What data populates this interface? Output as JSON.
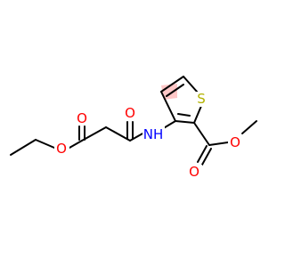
{
  "molecule": {
    "colors": {
      "bond": "#000000",
      "oxygen": "#ff0000",
      "nitrogen": "#0000ff",
      "sulfur": "#b2b200",
      "aromatic_highlight": "#ff9999"
    },
    "atoms": {
      "o_ester_single": "O",
      "o_ester_carbonyl": "O",
      "o_amide_carbonyl": "O",
      "n_amide": "NH",
      "s_ring": "S",
      "o_methyl_ester_carbonyl": "O",
      "o_methyl_ester_single": "O"
    }
  }
}
